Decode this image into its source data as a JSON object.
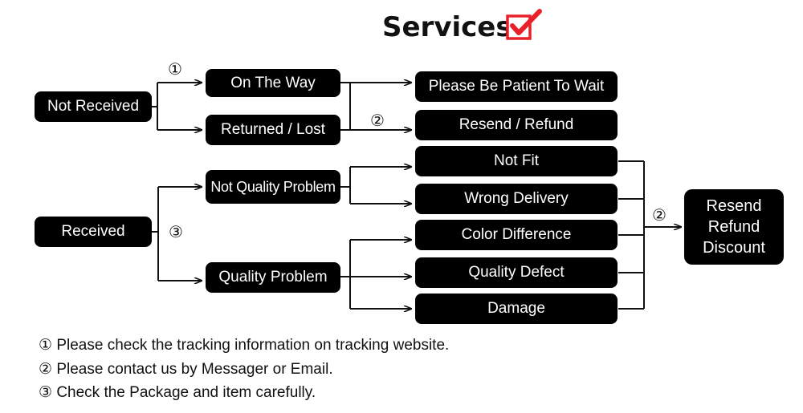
{
  "title": "Services",
  "colors": {
    "box_bg": "#000000",
    "box_text": "#ffffff",
    "check_red": "#e8202a"
  },
  "icons": {
    "title_check": "red-checkbox-icon"
  },
  "nodes": {
    "not_received": "Not Received",
    "received": "Received",
    "on_the_way": "On The Way",
    "returned_lost": "Returned / Lost",
    "not_quality_problem": "Not Quality Problem",
    "quality_problem": "Quality Problem",
    "please_be_patient": "Please Be Patient To Wait",
    "resend_refund": "Resend / Refund",
    "not_fit": "Not Fit",
    "wrong_delivery": "Wrong Delivery",
    "color_difference": "Color Difference",
    "quality_defect": "Quality Defect",
    "damage": "Damage",
    "final_lines": [
      "Resend",
      "Refund",
      "Discount"
    ]
  },
  "markers": {
    "one": "①",
    "two": "②",
    "three": "③"
  },
  "notes": [
    {
      "num": "①",
      "text": "Please check the tracking information on tracking website."
    },
    {
      "num": "②",
      "text": "Please contact us by Messager or Email."
    },
    {
      "num": "③",
      "text": "Check the Package and item carefully."
    }
  ]
}
